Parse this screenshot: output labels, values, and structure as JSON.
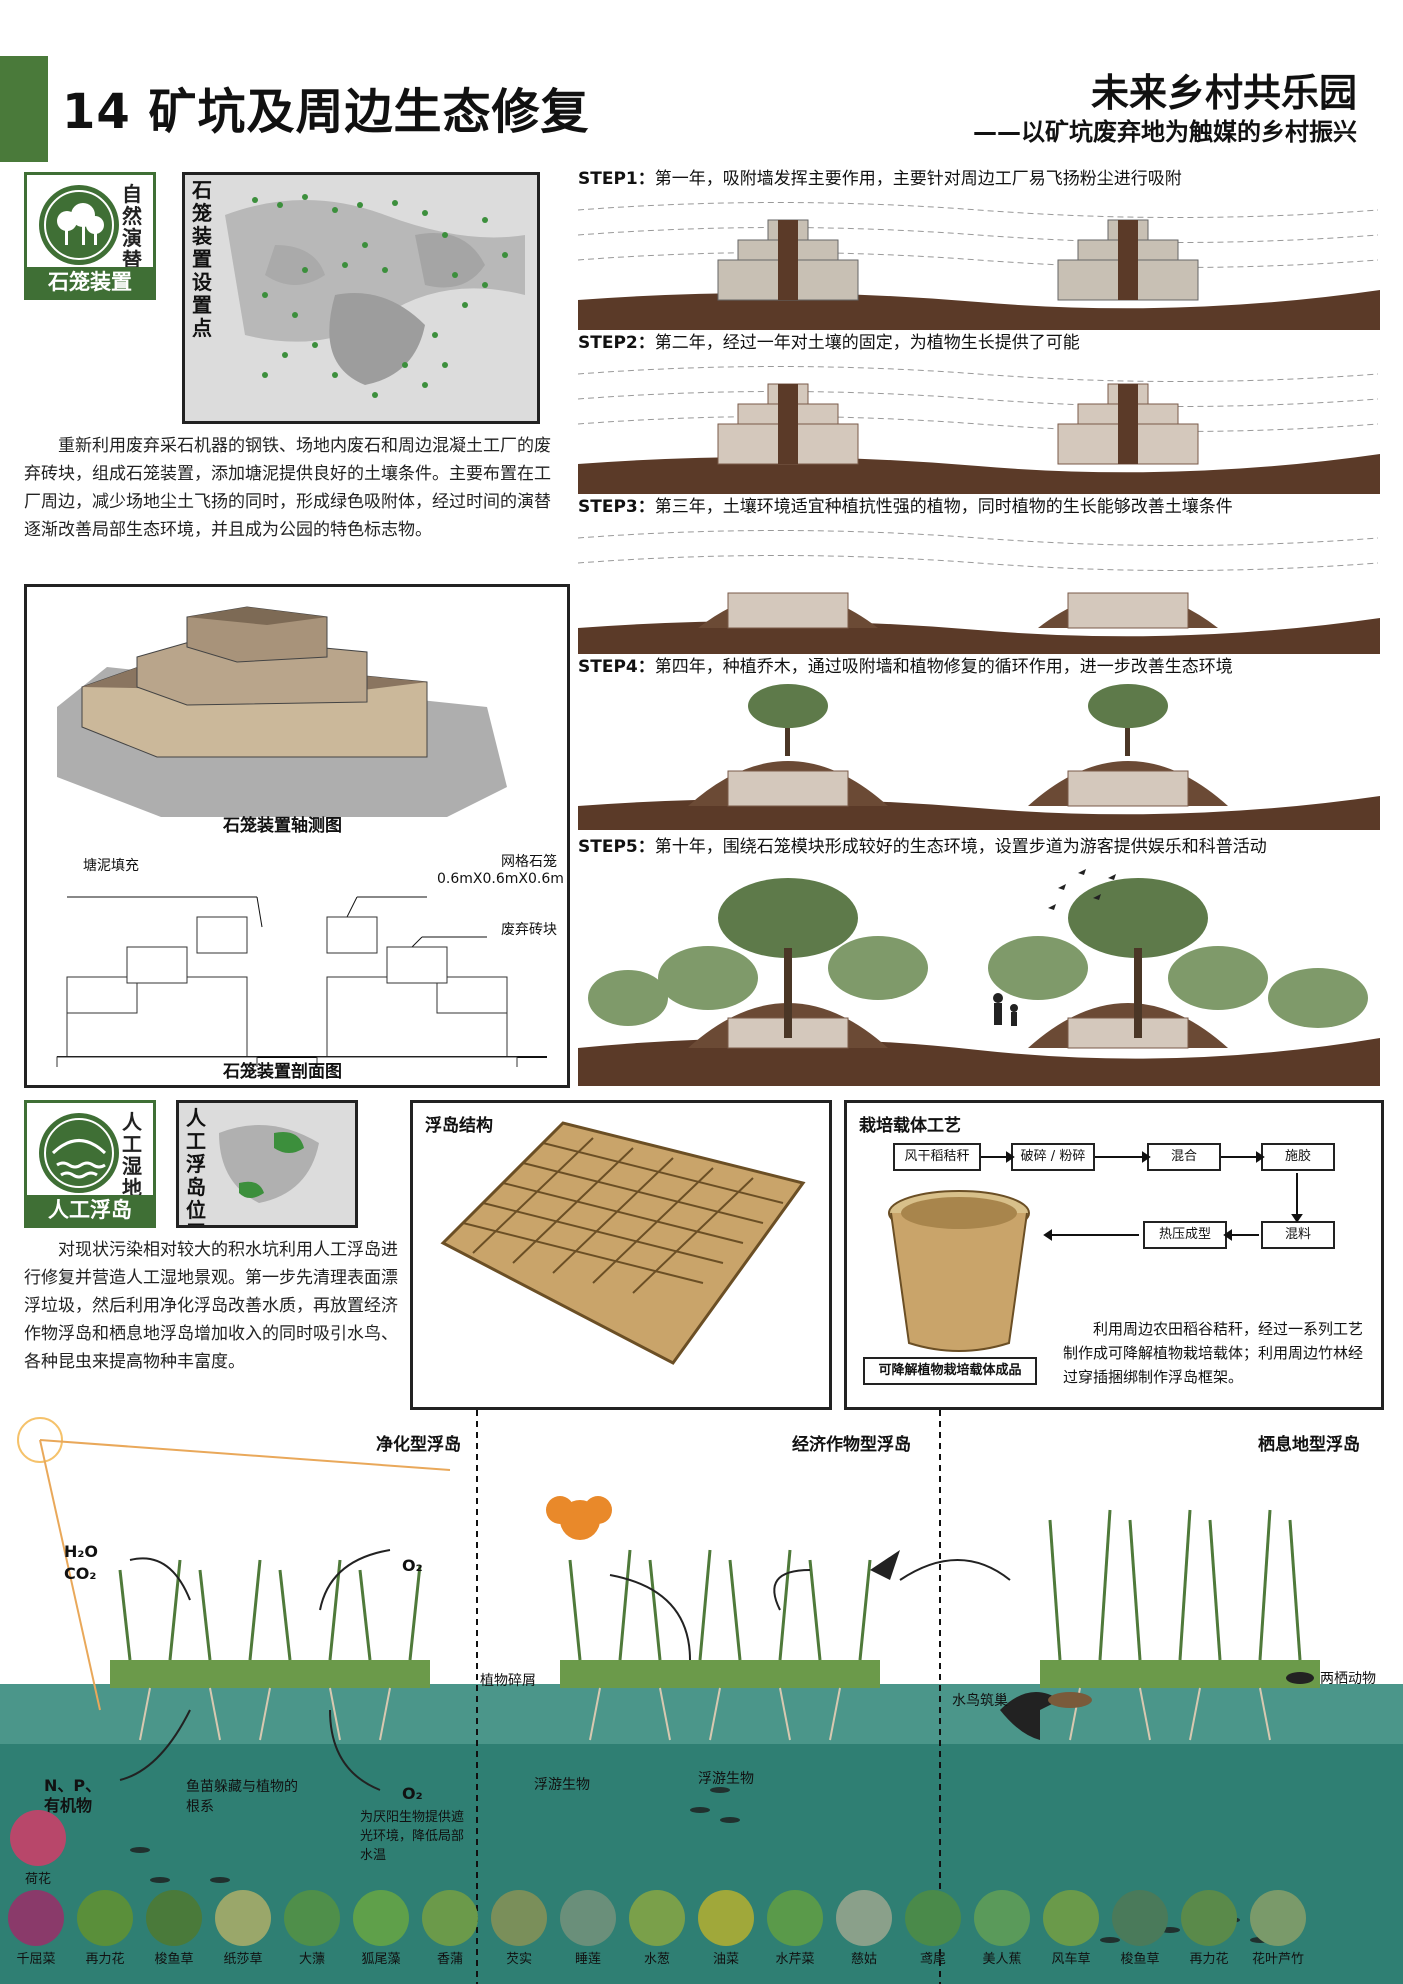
{
  "header": {
    "title": "14 矿坑及周边生态修复",
    "right_title": "未来乡村共乐园",
    "right_subtitle": "——以矿坑废弃地为触媒的乡村振兴"
  },
  "section1": {
    "badge_vertical": "自然演替",
    "badge_label": "石笼装置",
    "map_label": "石笼装置设置点",
    "paragraph": "重新利用废弃采石机器的钢铁、场地内废石和周边混凝土工厂的废弃砖块，组成石笼装置，添加塘泥提供良好的土壤条件。主要布置在工厂周边，减少场地尘土飞扬的同时，形成绿色吸附体，经过时间的演替逐渐改善局部生态环境，并且成为公园的特色标志物。",
    "axon_caption": "石笼装置轴测图",
    "section_caption": "石笼装置剖面图",
    "label_mud": "塘泥填充",
    "label_gabion": "网格石笼",
    "label_gabion_size": "0.6mX0.6mX0.6m",
    "label_brick": "废弃砖块"
  },
  "steps": [
    {
      "tag": "STEP1：",
      "text": "第一年，吸附墙发挥主要作用，主要针对周边工厂易飞扬粉尘进行吸附"
    },
    {
      "tag": "STEP2：",
      "text": "第二年，经过一年对土壤的固定，为植物生长提供了可能"
    },
    {
      "tag": "STEP3：",
      "text": "第三年，土壤环境适宜种植抗性强的植物，同时植物的生长能够改善土壤条件"
    },
    {
      "tag": "STEP4：",
      "text": "第四年，种植乔木，通过吸附墙和植物修复的循环作用，进一步改善生态环境"
    },
    {
      "tag": "STEP5：",
      "text": "第十年，围绕石笼模块形成较好的生态环境，设置步道为游客提供娱乐和科普活动"
    }
  ],
  "section2": {
    "badge_vertical": "人工湿地",
    "badge_label": "人工浮岛",
    "map_label": "人工浮岛位置",
    "paragraph": "对现状污染相对较大的积水坑利用人工浮岛进行修复并营造人工湿地景观。第一步先清理表面漂浮垃圾，然后利用净化浮岛改善水质，再放置经济作物浮岛和栖息地浮岛增加收入的同时吸引水鸟、各种昆虫来提高物种丰富度。",
    "float_title": "浮岛结构",
    "carrier_title": "栽培载体工艺",
    "flow": [
      "风干稻秸秆",
      "破碎 / 粉碎",
      "混合",
      "施胶",
      "混料",
      "热压成型"
    ],
    "product_label": "可降解植物栽培载体成品",
    "carrier_text": "利用周边农田稻谷秸秆，经过一系列工艺制作成可降解植物栽培载体；利用周边竹林经过穿插捆绑制作浮岛框架。"
  },
  "islands": {
    "t1": "净化型浮岛",
    "t2": "经济作物型浮岛",
    "t3": "栖息地型浮岛",
    "h2o": "H₂O",
    "co2": "CO₂",
    "o2a": "O₂",
    "o2b": "O₂",
    "npo": "N、P、",
    "org": "有机物",
    "fish_text": "鱼苗躲藏与植物的根系",
    "shade_text": "为厌阳生物提供遮光环境，降低局部水温",
    "debris": "植物碎屑",
    "plankton1": "浮游生物",
    "plankton2": "浮游生物",
    "nest": "水鸟筑巢",
    "amphibian": "两栖动物"
  },
  "plants": [
    "荷花",
    "千屈菜",
    "再力花",
    "梭鱼草",
    "纸莎草",
    "大薸",
    "狐尾藻",
    "香蒲",
    "芡实",
    "睡莲",
    "水葱",
    "油菜",
    "水芹菜",
    "慈姑",
    "鸢尾",
    "美人蕉",
    "风车草",
    "梭鱼草",
    "再力花",
    "花叶芦竹"
  ],
  "colors": {
    "brand_green": "#3f6f35",
    "water": "#2f7f73",
    "soil": "#5b3a28"
  }
}
